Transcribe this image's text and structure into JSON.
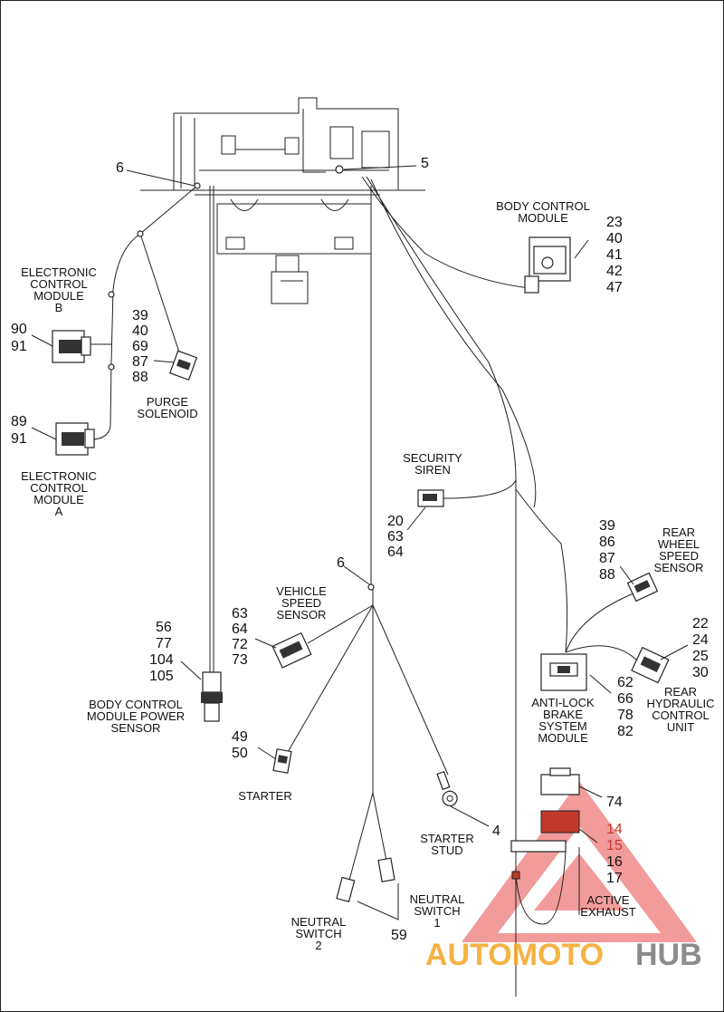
{
  "labels": {
    "electronic_control_module_b": [
      "ELECTRONIC",
      "CONTROL",
      "MODULE",
      "B"
    ],
    "electronic_control_module_a": [
      "ELECTRONIC",
      "CONTROL",
      "MODULE",
      "A"
    ],
    "purge_solenoid": [
      "PURGE",
      "SOLENOID"
    ],
    "body_control_module": [
      "BODY CONTROL",
      "MODULE"
    ],
    "security_siren": [
      "SECURITY",
      "SIREN"
    ],
    "vehicle_speed_sensor": [
      "VEHICLE",
      "SPEED",
      "SENSOR"
    ],
    "rear_wheel_speed_sensor": [
      "REAR",
      "WHEEL",
      "SPEED",
      "SENSOR"
    ],
    "bcm_power_sensor": [
      "BODY CONTROL",
      "MODULE POWER",
      "SENSOR"
    ],
    "abs_module": [
      "ANTI-LOCK",
      "BRAKE",
      "SYSTEM",
      "MODULE"
    ],
    "rear_hydraulic_control_unit": [
      "REAR",
      "HYDRAULIC",
      "CONTROL",
      "UNIT"
    ],
    "starter": [
      "STARTER"
    ],
    "starter_stud": [
      "STARTER",
      "STUD"
    ],
    "neutral_switch_1": [
      "NEUTRAL",
      "SWITCH",
      "1"
    ],
    "neutral_switch_2": [
      "NEUTRAL",
      "SWITCH",
      "2"
    ],
    "active_exhaust": [
      "ACTIVE",
      "EXHAUST"
    ]
  },
  "callouts": {
    "c6_top": "6",
    "c5": "5",
    "c6_mid": "6",
    "c4": "4",
    "c59": "59",
    "c74": "74",
    "ecm_b": [
      "90",
      "91"
    ],
    "ecm_a": [
      "89",
      "91"
    ],
    "purge": [
      "39",
      "40",
      "69",
      "87",
      "88"
    ],
    "bcm": [
      "23",
      "40",
      "41",
      "42",
      "47"
    ],
    "siren": [
      "20",
      "63",
      "64"
    ],
    "vss": [
      "63",
      "64",
      "72",
      "73"
    ],
    "rwss": [
      "39",
      "86",
      "87",
      "88"
    ],
    "bcm_power": [
      "56",
      "77",
      "104",
      "105"
    ],
    "abs": [
      "62",
      "66",
      "78",
      "82"
    ],
    "rhcu": [
      "22",
      "24",
      "25",
      "30"
    ],
    "starter": [
      "49",
      "50"
    ],
    "active_exhaust": [
      "14",
      "15",
      "16",
      "17"
    ]
  },
  "watermark": {
    "text_a": "AUTOMOTO",
    "text_b": "HUB",
    "color_orange": "#f5a623",
    "color_gray": "#777777",
    "color_red": "#e84b4b"
  }
}
